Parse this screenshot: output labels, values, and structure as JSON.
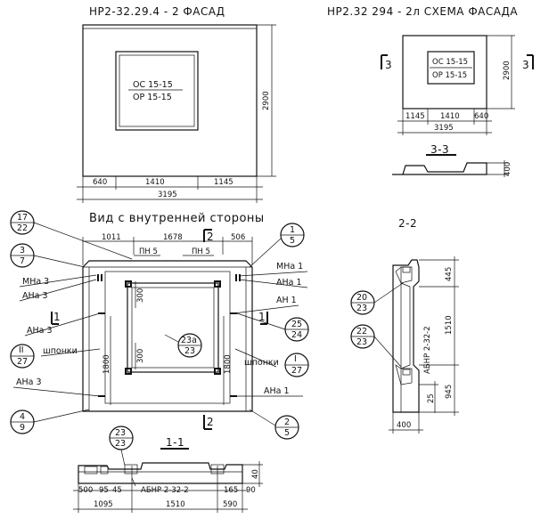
{
  "titles": {
    "facade": "НР2-32.29.4 - 2 ФАСАД",
    "scheme": "НР2.32 294 - 2л  СХЕМА ФАСАДА",
    "inner": "Вид с внутренней стороны",
    "sec22": "2-2",
    "sec33": "3-3",
    "sec11": "1-1"
  },
  "facade": {
    "window_line1": "ОС 15-15",
    "window_line2": "ОР 15-15",
    "height": "2900",
    "dims": [
      "640",
      "1410",
      "1145"
    ],
    "total": "3195"
  },
  "scheme": {
    "window_line1": "ОС 15-15",
    "window_line2": "ОР 15-15",
    "height": "2900",
    "dims": [
      "1145",
      "1410",
      "640"
    ],
    "total": "3195",
    "left_mark": "3",
    "right_mark": "3",
    "sec_height": "400"
  },
  "inner": {
    "top_dims": [
      "1011",
      "1678",
      "506"
    ],
    "pn_left": "ПН 5",
    "pn_right": "ПН 5",
    "cut_top": "2",
    "cut_bottom": "2",
    "cut_left": "1",
    "cut_right": "1",
    "v300_top": "300",
    "v300_bottom": "300",
    "h1800_left": "1800",
    "h1800_right": "1800",
    "labels": {
      "mna3": "МНа 3",
      "ana3_top": "АНа 3",
      "ana3_mid": "АНа 3",
      "ana3_bottom": "АНа 3",
      "shponki_left": "шпонки",
      "shponki_right": "шпонки",
      "mna1": "МНа 1",
      "ana1_top": "АНа 1",
      "an1": "АН 1",
      "ana1_bottom": "АНа 1"
    },
    "callouts": {
      "c17_22": [
        "17",
        "22"
      ],
      "c3_7": [
        "3",
        "7"
      ],
      "cII_27": [
        "II",
        "27"
      ],
      "c4_9": [
        "4",
        "9"
      ],
      "c1_5": [
        "1",
        "5"
      ],
      "c25_24": [
        "25",
        "24"
      ],
      "cI_27": [
        "I",
        "27"
      ],
      "c2_5": [
        "2",
        "5"
      ],
      "c23a_23": [
        "23а",
        "23"
      ],
      "c23_23": [
        "23",
        "23"
      ]
    }
  },
  "sec22": {
    "top": "445",
    "mid": "1510",
    "bottom": "945",
    "small": "25",
    "width": "400",
    "abnr": "АБНР 2-32-2",
    "c20_23": [
      "20",
      "23"
    ],
    "c22_23": [
      "22",
      "23"
    ]
  },
  "sec11": {
    "dims_top": [
      "500",
      "95",
      "45"
    ],
    "dims_top_right": [
      "165",
      "90"
    ],
    "abnr": "АБНР 2-32-2",
    "height": "40",
    "dims_bottom": [
      "1095",
      "1510",
      "590"
    ]
  }
}
